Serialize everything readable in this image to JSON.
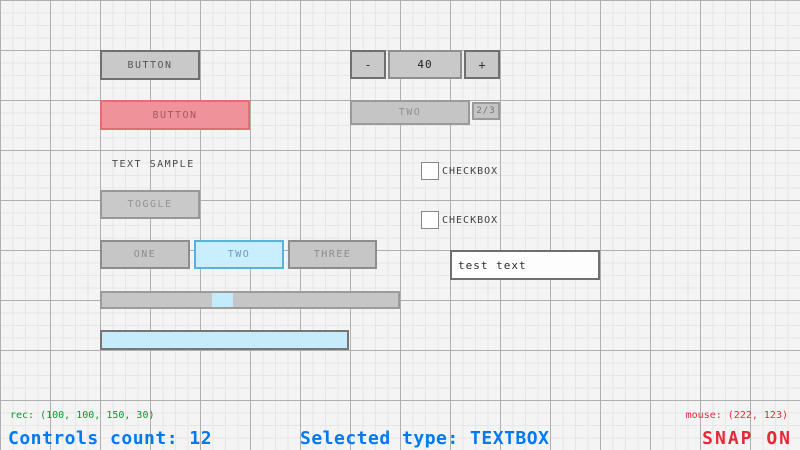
{
  "colors": {
    "background": "#f4f4f4",
    "grid_minor": "#e6e6e6",
    "grid_major": "#b0b0b0",
    "control_base": "#c9c9c9",
    "focused_border_blue": "#5bb2d9",
    "focused_base_blue": "#c9effe",
    "selected_fill_red": "#f0929a",
    "status_green": "#009e2f",
    "status_blue": "#0079f1",
    "status_red": "#e62937"
  },
  "controls": {
    "button": {
      "label": "BUTTON"
    },
    "selected_button": {
      "label": "BUTTON",
      "rect": "(100, 100, 150, 30)"
    },
    "spinner": {
      "minus": "-",
      "value": "40",
      "plus": "+"
    },
    "combo": {
      "label": "TWO",
      "counter": "2/3"
    },
    "text_label": {
      "text": "TEXT SAMPLE"
    },
    "toggle": {
      "label": "TOGGLE"
    },
    "checkboxes": [
      {
        "label": "CHECKBOX",
        "checked": false
      },
      {
        "label": "CHECKBOX",
        "checked": false
      }
    ],
    "toggle_group": {
      "items": [
        "ONE",
        "TWO",
        "THREE"
      ],
      "active": "TWO"
    },
    "textbox": {
      "value": "test text"
    },
    "slider": {
      "handle_fraction": 0.37
    }
  },
  "status": {
    "rec": "rec: (100, 100, 150, 30)",
    "controls_count": "Controls count: 12",
    "selected_type": "Selected type: TEXTBOX",
    "mouse": "mouse: (222, 123)",
    "snap": "SNAP ON"
  }
}
